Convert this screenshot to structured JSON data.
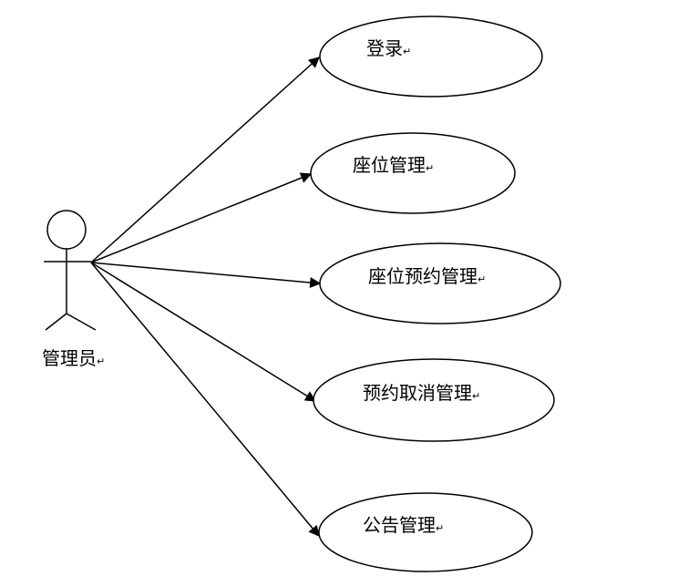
{
  "actor": {
    "label": "管理员"
  },
  "use_cases": [
    {
      "label": "登录"
    },
    {
      "label": "座位管理"
    },
    {
      "label": "座位预约管理"
    },
    {
      "label": "预约取消管理"
    },
    {
      "label": "公告管理"
    }
  ],
  "paragraph_mark": "↵",
  "colors": {
    "stroke": "#000000",
    "background": "#ffffff"
  }
}
